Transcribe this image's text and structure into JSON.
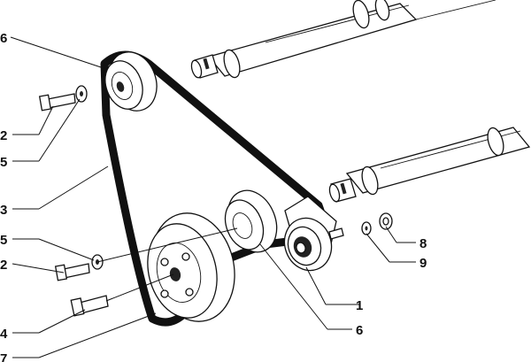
{
  "callouts": {
    "c1": "1",
    "c2a": "2",
    "c2b": "2",
    "c3": "3",
    "c4": "4",
    "c5a": "5",
    "c5b": "5",
    "c6a": "6",
    "c6b": "6",
    "c7": "7",
    "c8": "8",
    "c9": "9"
  },
  "icons": {
    "upper_camshaft": "camshaft-icon",
    "lower_camshaft": "camshaft-icon",
    "belt": "timing-belt-icon",
    "tensioner": "tensioner-pulley-icon"
  }
}
